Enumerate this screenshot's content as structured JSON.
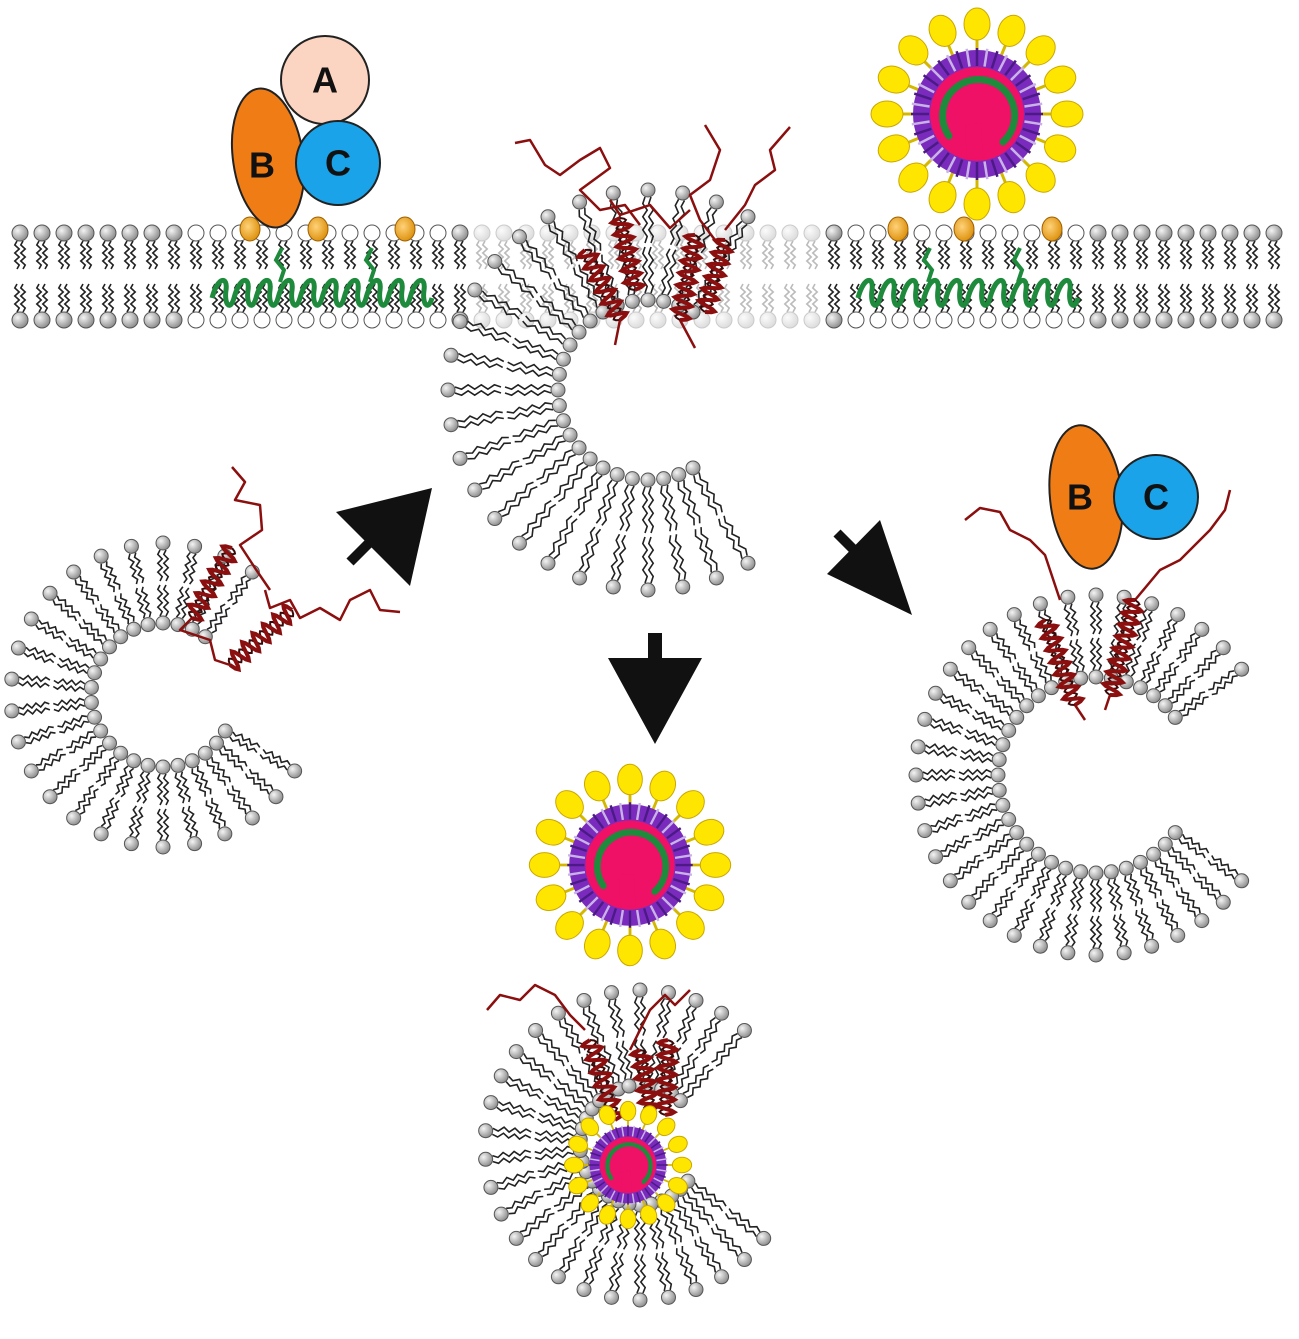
{
  "labels": {
    "a": "A",
    "b": "B",
    "c": "C"
  },
  "colors": {
    "head": "#bdbdbd",
    "tail": "#222222",
    "peptide": "#8b0f0f",
    "green": "#1e8a3c",
    "gold_head": "#e8a010",
    "protein_a": "#fcd5c2",
    "protein_b": "#f07c16",
    "protein_c": "#1aa3e8",
    "virus_spike": "#ffe600",
    "virus_shell": "#7a2bbd",
    "virus_core": "#ee1166",
    "arrow": "#111111"
  },
  "icons": [
    "lipid-bilayer",
    "liposome",
    "peptide-helix",
    "virus-particle",
    "arrow-icon"
  ]
}
